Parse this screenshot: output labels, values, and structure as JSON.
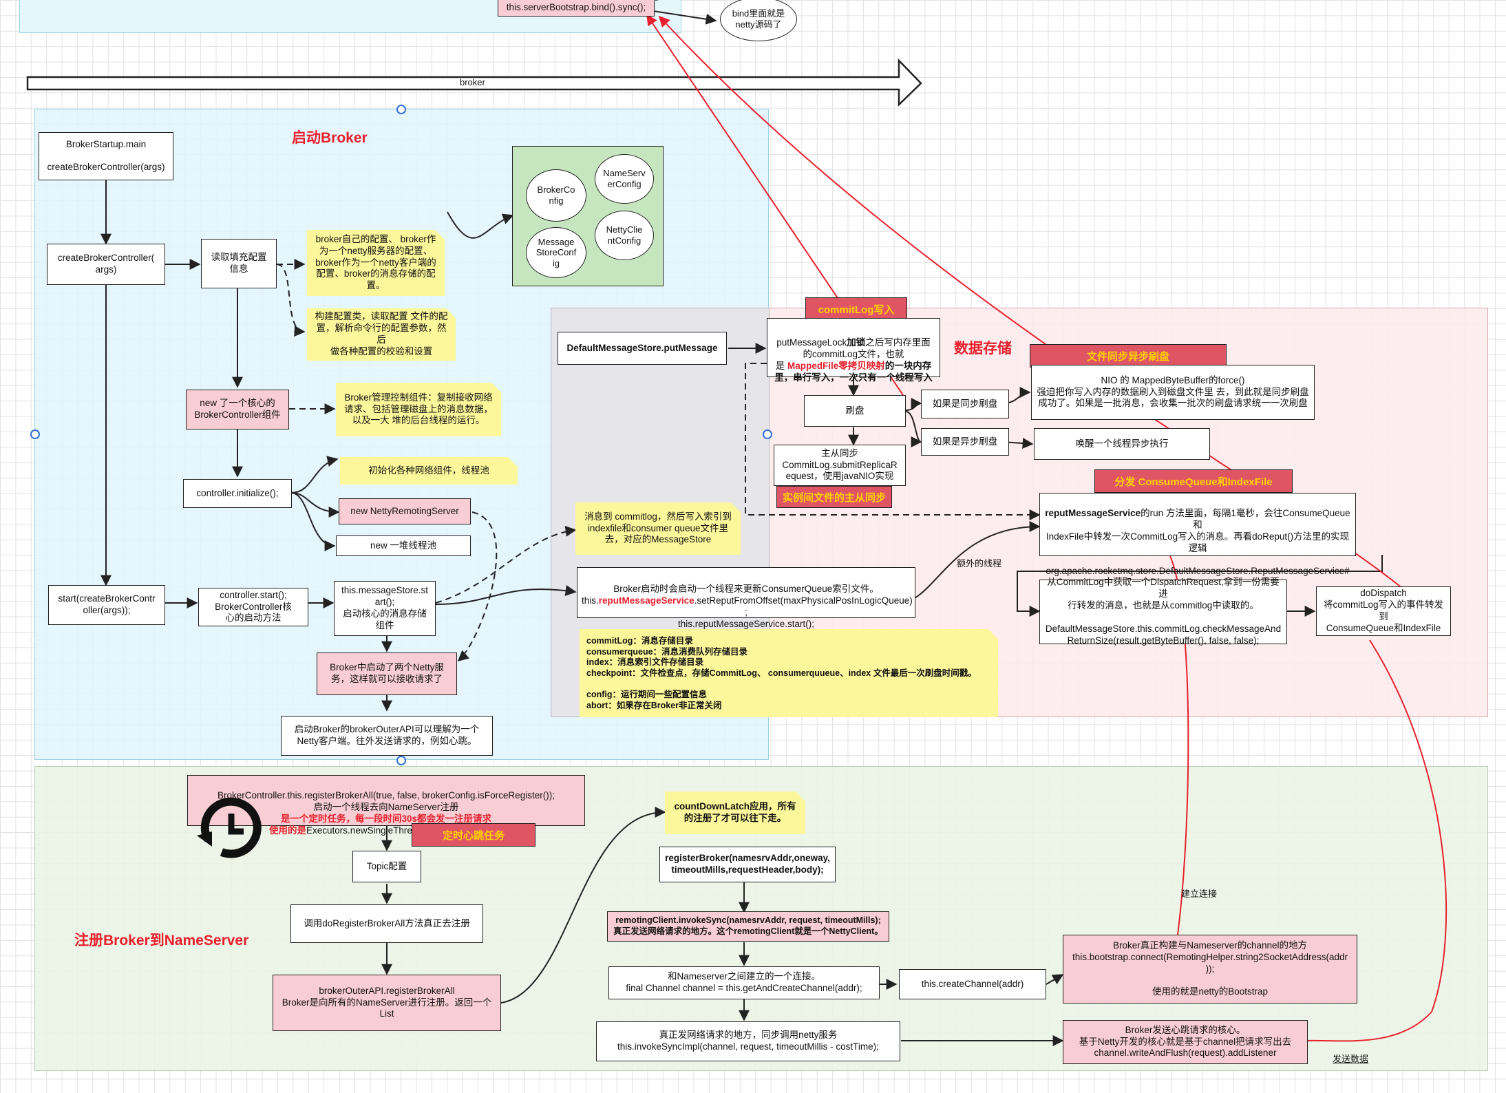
{
  "colors": {
    "pink": "#f8cdd3",
    "note_yellow": "#fcf79a",
    "tag_red": "#e05563",
    "tag_text": "#ffd400",
    "title_red": "#e8202d",
    "region_blue": "#e6f7fb",
    "region_pink": "#fdeaec",
    "region_gray": "#e6e8ec",
    "region_green": "#eaf4e6",
    "config_green": "#c6e6c0"
  },
  "top": {
    "bind_call": "this.serverBootstrap.bind().sync();",
    "bind_note": "bind里面就是\nnetty源码了",
    "arrow_label": "broker"
  },
  "start_section": {
    "title": "启动Broker",
    "main_box": "BrokerStartup.main\n\ncreateBrokerController(args)",
    "create_box": "createBrokerController(\nargs)",
    "read_config": "读取填充配置\n信息",
    "config_note": "broker自己的配置、 broker作\n为一个netty服务器的配置、\nbroker作为一个netty客户端的\n配置、broker的消息存储的配\n置。",
    "config_items": [
      "BrokerCo\nnfig",
      "NameServ\nerConfig",
      "Message\nStoreConf\nig",
      "NettyClie\nntConfig"
    ],
    "parse_note": "构建配置类，读取配置 文件的配\n置，解析命令行的配置参数，然后\n做各种配置的校验和设置",
    "new_controller": "new 了一个核心的\nBrokerController组件",
    "controller_note": "Broker管理控制组件：复制接收网络\n请求、包括管理磁盘上的消息数据，\n以及一大 堆的后台线程的运行。",
    "initialize": "controller.initialize();",
    "init_note": "初始化各种网络组件，线程池",
    "netty_server": "new NettyRemotingServer",
    "thread_pool": "new 一堆线程池",
    "start_box": "start(createBrokerContr\noller(args));",
    "controller_start": "controller.start();\nBrokerController核\n心的启动方法",
    "store_start": "this.messageStore.st\nart();\n启动核心的消息存储\n组件",
    "store_note": "消息到 commitlog，然后写入索引到\nindexfile和consumer queue文件里\n去，对应的MessageStore",
    "netty_started": "Broker中启动了两个Netty服\n务，这样就可以接收请求了",
    "outer_api": "启动Broker的brokerOuterAPI可以理解为一个\nNetty客户端。往外发送请求的，例如心跳。"
  },
  "storage_section": {
    "title": "数据存储",
    "put_message": "DefaultMessageStore.putMessage",
    "commitlog_tag": "commitLog写入",
    "commitlog_box_plain1": "putMessageLock",
    "commitlog_box_bold1": "加锁",
    "commitlog_box_plain2": "之后写内存里面\n的commitLog文件，也就\n是  ",
    "commitlog_box_red": "MappedFile零拷贝映射",
    "commitlog_box_bold2": "的一块内存\n里，串行写入，一次只有一个线程写入",
    "flush": "刷盘",
    "sync_flush": "如果是同步刷盘",
    "async_flush": "如果是异步刷盘",
    "file_sync_tag": "文件同步异步刷盘",
    "nio_box": "NIO  的 MappedByteBuffer的force()\n强迫把你写入内存的数据刷入到磁盘文件里 去，到此就是同步刷盘\n成功了。如果是一批消息，会收集一批次的刷盘请求统一一次刷盘",
    "wake_thread": "唤醒一个线程异步执行",
    "replica_box": "主从同步\nCommitLog.submitReplicaR\nequest，使用javaNIO实现",
    "replica_tag": "实例间文件的主从同步",
    "dispatch_tag": "分发 ConsumeQueue和IndexFile",
    "reput_service_bold": "reputMessageService",
    "reput_service_text": "的run 方法里面，每隔1毫秒，会往ConsumeQueue和\nIndexFile中转发一次CommitLog写入的消息。再看doReput()方法里的实现\n逻辑\n\norg.apache.rocketmq.store.DefaultMessageStore.ReputMessageService#\ndoReput",
    "reput_start_line1": "Broker启动时会启动一个线程来更新ConsumerQueue索引文件。",
    "reput_start_prefix": "this.",
    "reput_start_red": "reputMessageService",
    "reput_start_line2": ".setReputFromOffset(maxPhysicalPosInLogicQueue)\n;\nthis.reputMessageService.start();",
    "extra_thread": "额外的线程",
    "dispatch_req": "从CommitLog中获取一个DispatchRequest,拿到一份需要进\n行转发的消息，也就是从commitlog中读取的。\n\nDefaultMessageStore.this.commitLog.checkMessageAnd\nReturnSize(result.getByteBuffer(), false, false);",
    "do_dispatch": "doDispatch\n将commitLog写入的事件转发到\nConsumeQueue和IndexFile",
    "dir_note": "commitLog：消息存储目录\nconsumerqueue：消息消费队列存储目录\nindex：消息索引文件存储目录\ncheckpoint：文件检查点，存储CommitLog、 consumerquueue、index 文件最后一次刷盘时间戳。\n\nconfig：运行期间一些配置信息\nabort：如果存在Broker非正常关闭"
  },
  "register_section": {
    "title": "注册Broker到NameServer",
    "register_all_line1": "BrokerController.this.registerBrokerAll(true, false, brokerConfig.isForceRegister());\n启动一个线程去向NameServer注册",
    "register_all_red": "是一个定时任务，每一段时间30s都会发一注册请求\n使用的是",
    "register_all_tail": "Executors.newSingleThreadScheduledExecutor",
    "heartbeat_tag": "定时心跳任务",
    "topic_config": "Topic配置",
    "do_register": "调用doRegisterBrokerAll方法真正去注册",
    "outer_register": "brokerOuterAPI.registerBrokerAll\nBroker是向所有的NameServer进行注册。返回一个\nList",
    "latch_note": "countDownLatch应用，所有\n的注册了才可以往下走。",
    "register_broker": "registerBroker(namesrvAddr,oneway,\ntimeoutMills,requestHeader,body);",
    "invoke_sync": "remotingClient.invokeSync(namesrvAddr, request, timeoutMills);\n真正发送网络请求的地方。这个remotingClient就是一个NettyClient。",
    "get_channel": "和Nameserver之间建立的一个连接。\nfinal Channel channel = this.getAndCreateChannel(addr);",
    "create_channel": "this.createChannel(addr)",
    "bootstrap_connect": "Broker真正构建与Nameserver的channel的地方\nthis.bootstrap.connect(RemotingHelper.string2SocketAddress(addr\n));\n\n使用的就是netty的Bootstrap",
    "invoke_impl": "真正发网络请求的地方，同步调用netty服务\nthis.invokeSyncImpl(channel, request, timeoutMillis - costTime);",
    "write_flush": "Broker发送心跳请求的核心。\n基于Netty开发的核心就是基于channel把请求写出去\nchannel.writeAndFlush(request).addListener",
    "connect_label": "建立连接",
    "send_label": "发送数据"
  }
}
